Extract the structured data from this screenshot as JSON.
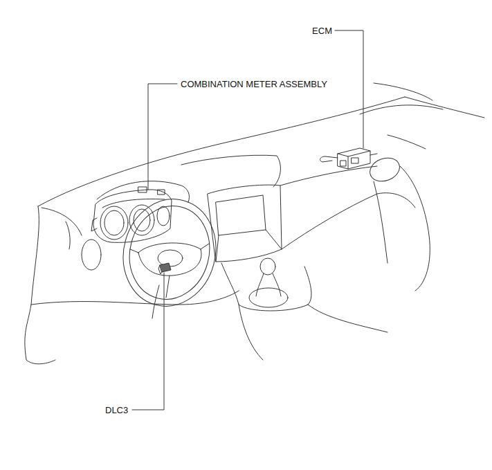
{
  "diagram": {
    "labels": [
      "ECM",
      "COMBINATION METER ASSEMBLY",
      "DLC3"
    ]
  }
}
